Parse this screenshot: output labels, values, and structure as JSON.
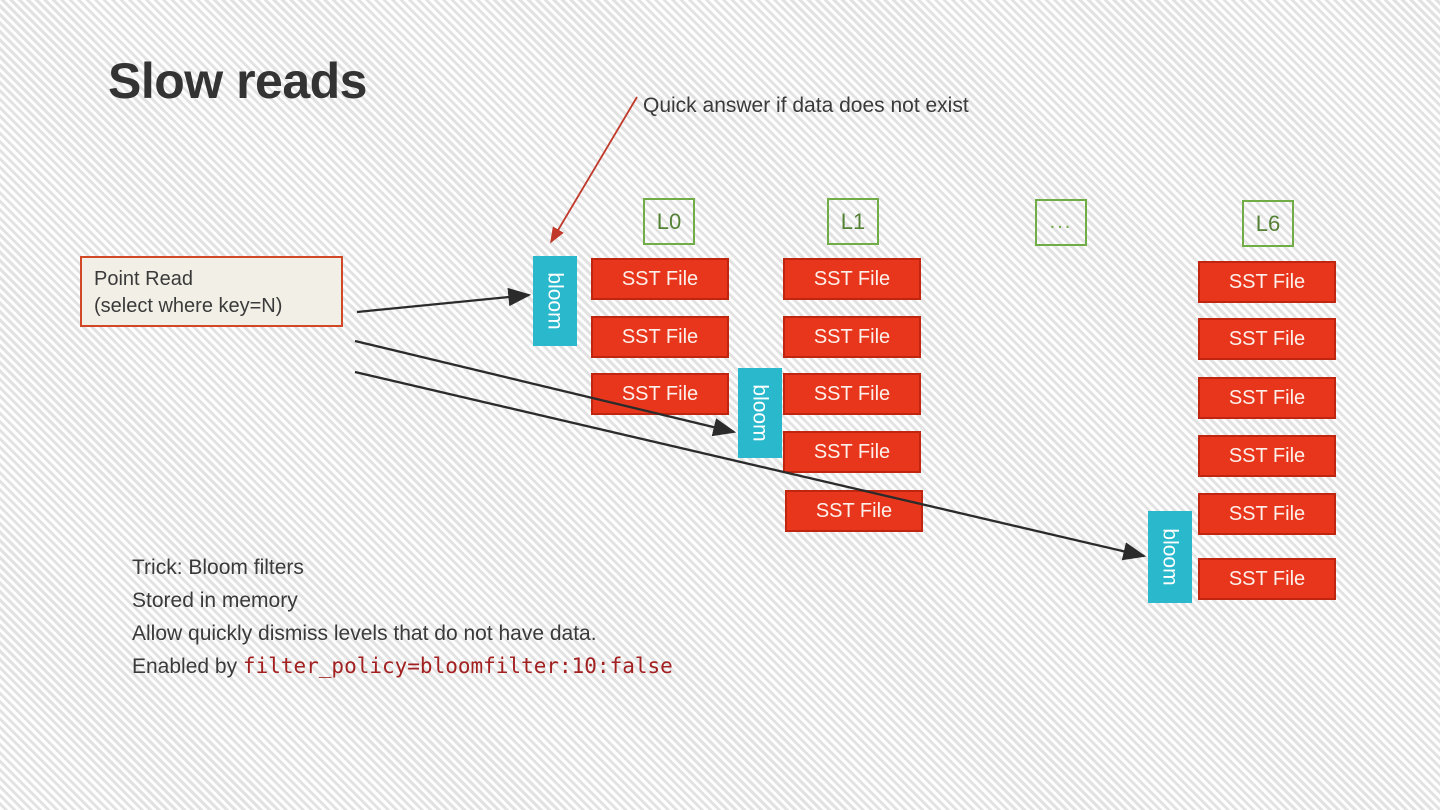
{
  "slide": {
    "title": "Slow reads",
    "background_color": "#f7f7f7"
  },
  "annotation": {
    "note": "Quick answer if data does not exist",
    "arrow_color": "#c0392b"
  },
  "point_read": {
    "line1": "Point Read",
    "line2": "(select where key=N)",
    "border_color": "#d24726",
    "fill_color": "#f2efe6"
  },
  "levels": [
    {
      "label": "L0",
      "bloom_label": "bloom",
      "sst_files": [
        "SST File",
        "SST File",
        "SST File"
      ]
    },
    {
      "label": "L1",
      "bloom_label": "bloom",
      "sst_files": [
        "SST File",
        "SST File",
        "SST File",
        "SST File",
        "SST File"
      ]
    },
    {
      "label": "...",
      "bloom_label": "",
      "sst_files": []
    },
    {
      "label": "L6",
      "bloom_label": "bloom",
      "sst_files": [
        "SST File",
        "SST File",
        "SST File",
        "SST File",
        "SST File",
        "SST File"
      ]
    }
  ],
  "colors": {
    "sst_fill": "#e8361c",
    "sst_border": "#c0260f",
    "bloom_fill": "#29b8cc",
    "level_label_border": "#70ad47",
    "level_label_text": "#548235",
    "arrow_dark": "#2b2b2b",
    "code_text": "#a32020"
  },
  "notes": {
    "line1": "Trick: Bloom filters",
    "line2": "Stored in memory",
    "line3": "Allow quickly dismiss levels that do not have data.",
    "line4_prefix": "Enabled by ",
    "line4_code": "filter_policy=bloomfilter:10:false"
  }
}
